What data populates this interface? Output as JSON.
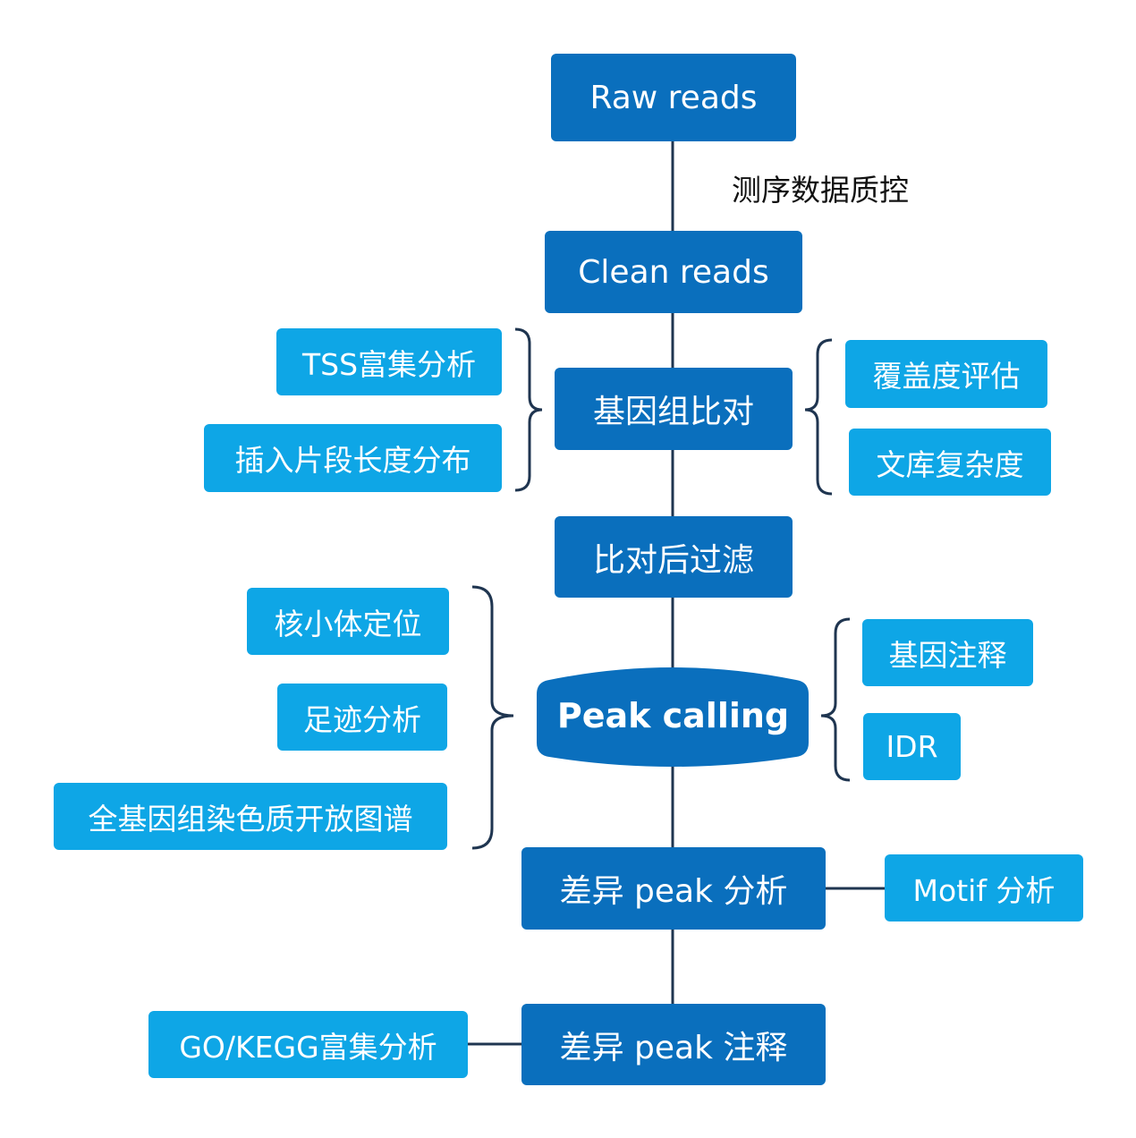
{
  "main_steps": {
    "raw_reads": "Raw reads",
    "clean_reads": "Clean reads",
    "alignment": "基因组比对",
    "post_filter": "比对后过滤",
    "peak_calling": "Peak calling",
    "diff_peak": "差异 peak 分析",
    "diff_peak_annot": "差异 peak 注释"
  },
  "qc_label": "测序数据质控",
  "alignment_left": [
    "TSS富集分析",
    "插入片段长度分布"
  ],
  "alignment_right": [
    "覆盖度评估",
    "文库复杂度"
  ],
  "peak_left": [
    "核小体定位",
    "足迹分析",
    "全基因组染色质开放图谱"
  ],
  "peak_right": [
    "基因注释",
    "IDR"
  ],
  "diff_peak_right": "Motif 分析",
  "annot_left": "GO/KEGG富集分析",
  "colors": {
    "main": "#0a6fbd",
    "side": "#0ea6e6",
    "line": "#1f3550"
  }
}
